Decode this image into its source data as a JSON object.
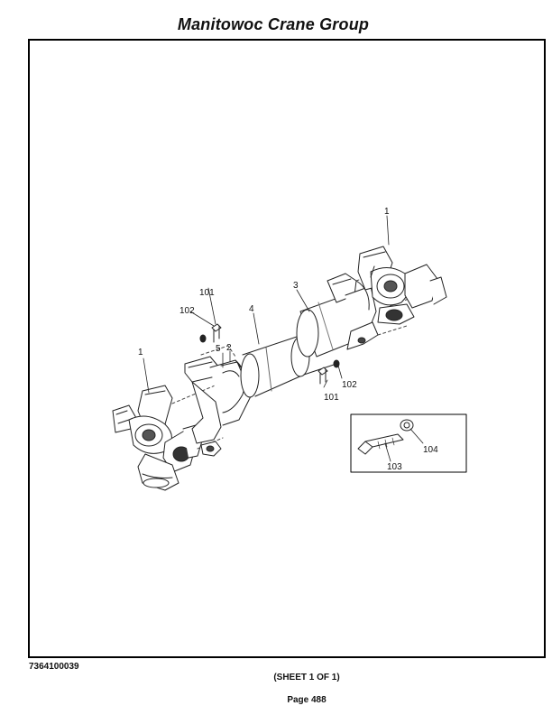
{
  "header": {
    "title": "Manitowoc Crane Group"
  },
  "diagram": {
    "callouts": {
      "yoke_left": "1",
      "yoke_right": "1",
      "clamp": "2",
      "tube": "3",
      "shaft": "4",
      "strap": "5",
      "bolt_upper": "101",
      "bolt_lower": "101",
      "washer_upper": "102",
      "washer_lower": "102",
      "detail_bolt": "103",
      "detail_washer": "104"
    }
  },
  "footer": {
    "doc_number": "7364100039",
    "sheet": "(SHEET 1 OF 1)",
    "page": "Page 488"
  }
}
